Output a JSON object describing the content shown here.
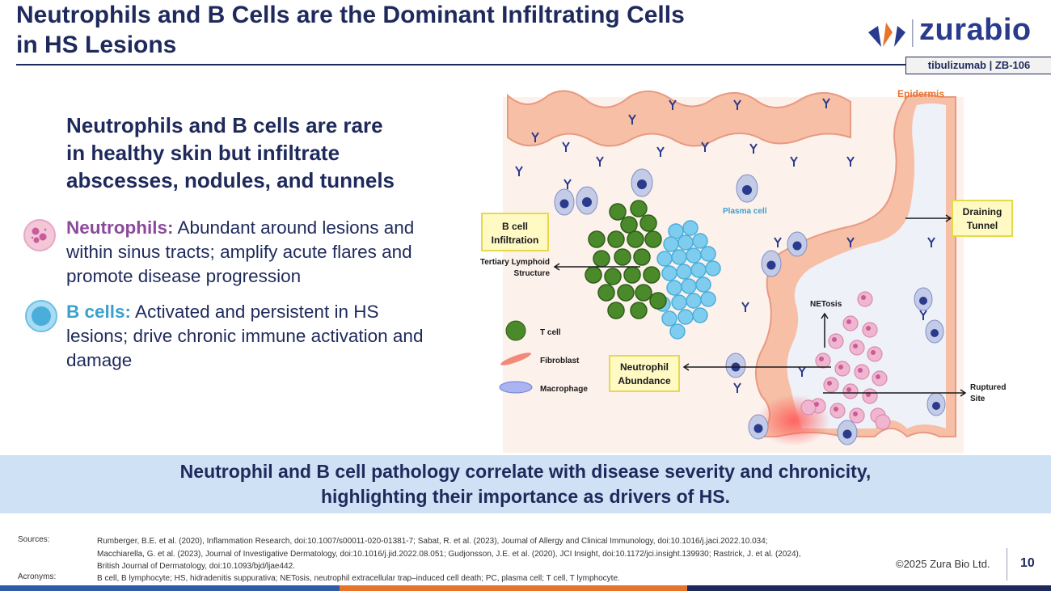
{
  "header": {
    "title_line1": "Neutrophils and B Cells are the Dominant Infiltrating Cells",
    "title_line2": "in HS Lesions",
    "logo_text": "zurabio",
    "drug_tag": "tibulizumab  |  ZB-106"
  },
  "main": {
    "subhead_line1": "Neutrophils and B cells are rare",
    "subhead_line2": "in healthy skin but infiltrate",
    "subhead_line3": "abscesses, nodules, and tunnels",
    "bullets": [
      {
        "lead": "Neutrophils:",
        "text": " Abundant around lesions and within sinus tracts; amplify acute flares and promote disease progression",
        "icon": "neutrophil-icon"
      },
      {
        "lead": "B cells:",
        "text": " Activated and persistent in HS lesions; drive chronic immune activation and damage",
        "icon": "b-cell-icon"
      }
    ]
  },
  "figure": {
    "epidermis": "Epidermis",
    "plasma_cell": "Plasma cell",
    "b_cell_infiltration_1": "B cell",
    "b_cell_infiltration_2": "Infiltration",
    "tls_1": "Tertiary Lymphoid",
    "tls_2": "Structure",
    "draining_1": "Draining",
    "draining_2": "Tunnel",
    "netosis": "NETosis",
    "neutrophil_1": "Neutrophil",
    "neutrophil_2": "Abundance",
    "ruptured_1": "Ruptured",
    "ruptured_2": "Site",
    "legend": [
      "T cell",
      "Fibroblast",
      "Macrophage"
    ]
  },
  "banner": {
    "line1": "Neutrophil and B cell pathology correlate with disease severity and chronicity,",
    "line2": "highlighting their importance as drivers of HS."
  },
  "footer": {
    "sources_label": "Sources:",
    "sources_line1": "Rumberger, B.E. et al. (2020), Inflammation Research, doi:10.1007/s00011-020-01381-7; Sabat, R. et al. (2023), Journal of Allergy and Clinical Immunology, doi:10.1016/j.jaci.2022.10.034;",
    "sources_line2": "Macchiarella, G. et al. (2023), Journal of Investigative Dermatology, doi:10.1016/j.jid.2022.08.051; Gudjonsson, J.E. et al. (2020), JCI Insight, doi:10.1172/jci.insight.139930; Rastrick, J. et al. (2024),",
    "sources_line3": "British Journal of Dermatology, doi:10.1093/bjd/ljae442.",
    "acronyms_label": "Acronyms:",
    "acronyms": "B cell, B lymphocyte; HS, hidradenitis suppurativa; NETosis, neutrophil extracellular trap–induced cell death; PC, plasma cell; T cell, T lymphocyte.",
    "copyright": "©2025 Zura Bio Ltd.",
    "page_number": "10"
  },
  "colors": {
    "navy": "#1f2a5c",
    "neutrophil_purple": "#8b4a9b",
    "bcell_blue": "#3ba0d0",
    "banner_bg": "#cfe1f5",
    "highlight_yellow": "#fff9c4",
    "bar_blue": "#2f5aa8",
    "bar_orange": "#e8742a"
  }
}
